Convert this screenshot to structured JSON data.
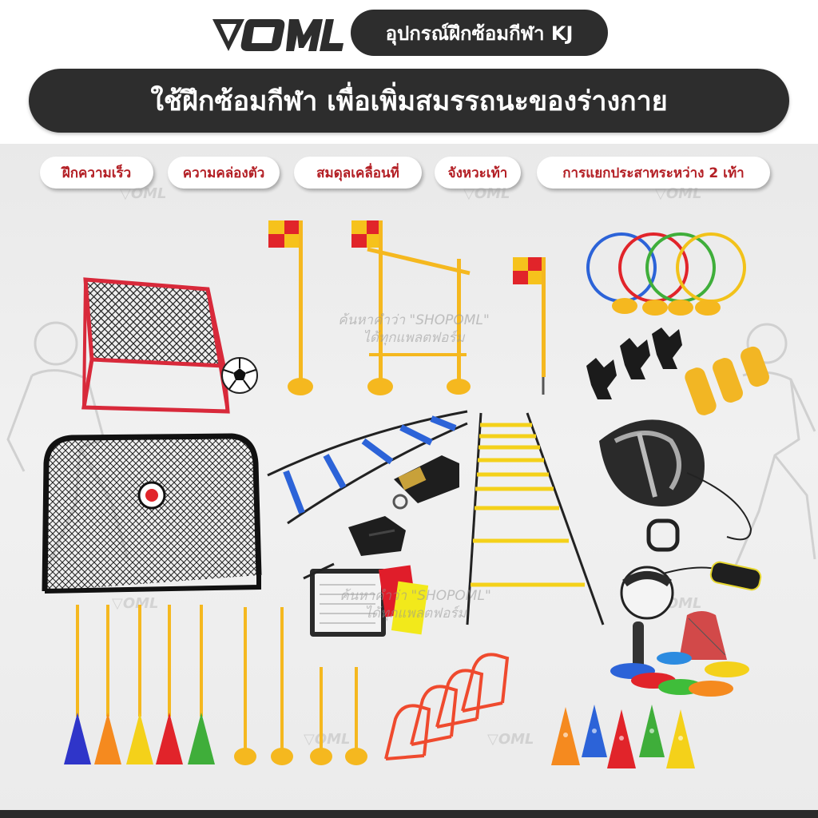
{
  "brand": {
    "tagline": "อุปกรณ์ฝึกซ้อมกีฬา KJ"
  },
  "headline": "ใช้ฝึกซ้อมกีฬา เพื่อเพิ่มสมรรถนะของร่างกาย",
  "tags": [
    "ฝึกความเร็ว",
    "ความคล่องตัว",
    "สมดุลเคลื่อนที่",
    "จังหวะเท้า",
    "การแยกประสาทระหว่าง 2 เท้า"
  ],
  "watermark": {
    "line1": "ค้นหาคำว่า \"SHOPOML\"",
    "line2": "ได้ทุกแพลตฟอร์ม"
  },
  "colors": {
    "pill_bg": "#2d2d2d",
    "tag_text": "#b31e24",
    "flag_red": "#e1242a",
    "flag_yellow": "#f6c21c",
    "pole_yellow": "#f5b81f",
    "ladder_blue": "#2c63d8",
    "ladder_yellow": "#f4d11a",
    "rebounder_red": "#d8293a"
  },
  "icons": [
    "oml-logo-icon",
    "rebounder-net-icon",
    "soccer-ball-icon",
    "corner-flag-icon",
    "hurdle-poles-icon",
    "speed-hoops-icon",
    "pole-clips-icon",
    "pole-connectors-icon",
    "speed-parachute-icon",
    "pop-up-goal-icon",
    "agility-ladder-icon",
    "whistle-icon",
    "tactic-board-icon",
    "referee-cards-icon",
    "kick-trainer-icon",
    "disc-cones-icon",
    "slalom-poles-icon",
    "mini-hurdles-icon",
    "training-cones-icon"
  ]
}
